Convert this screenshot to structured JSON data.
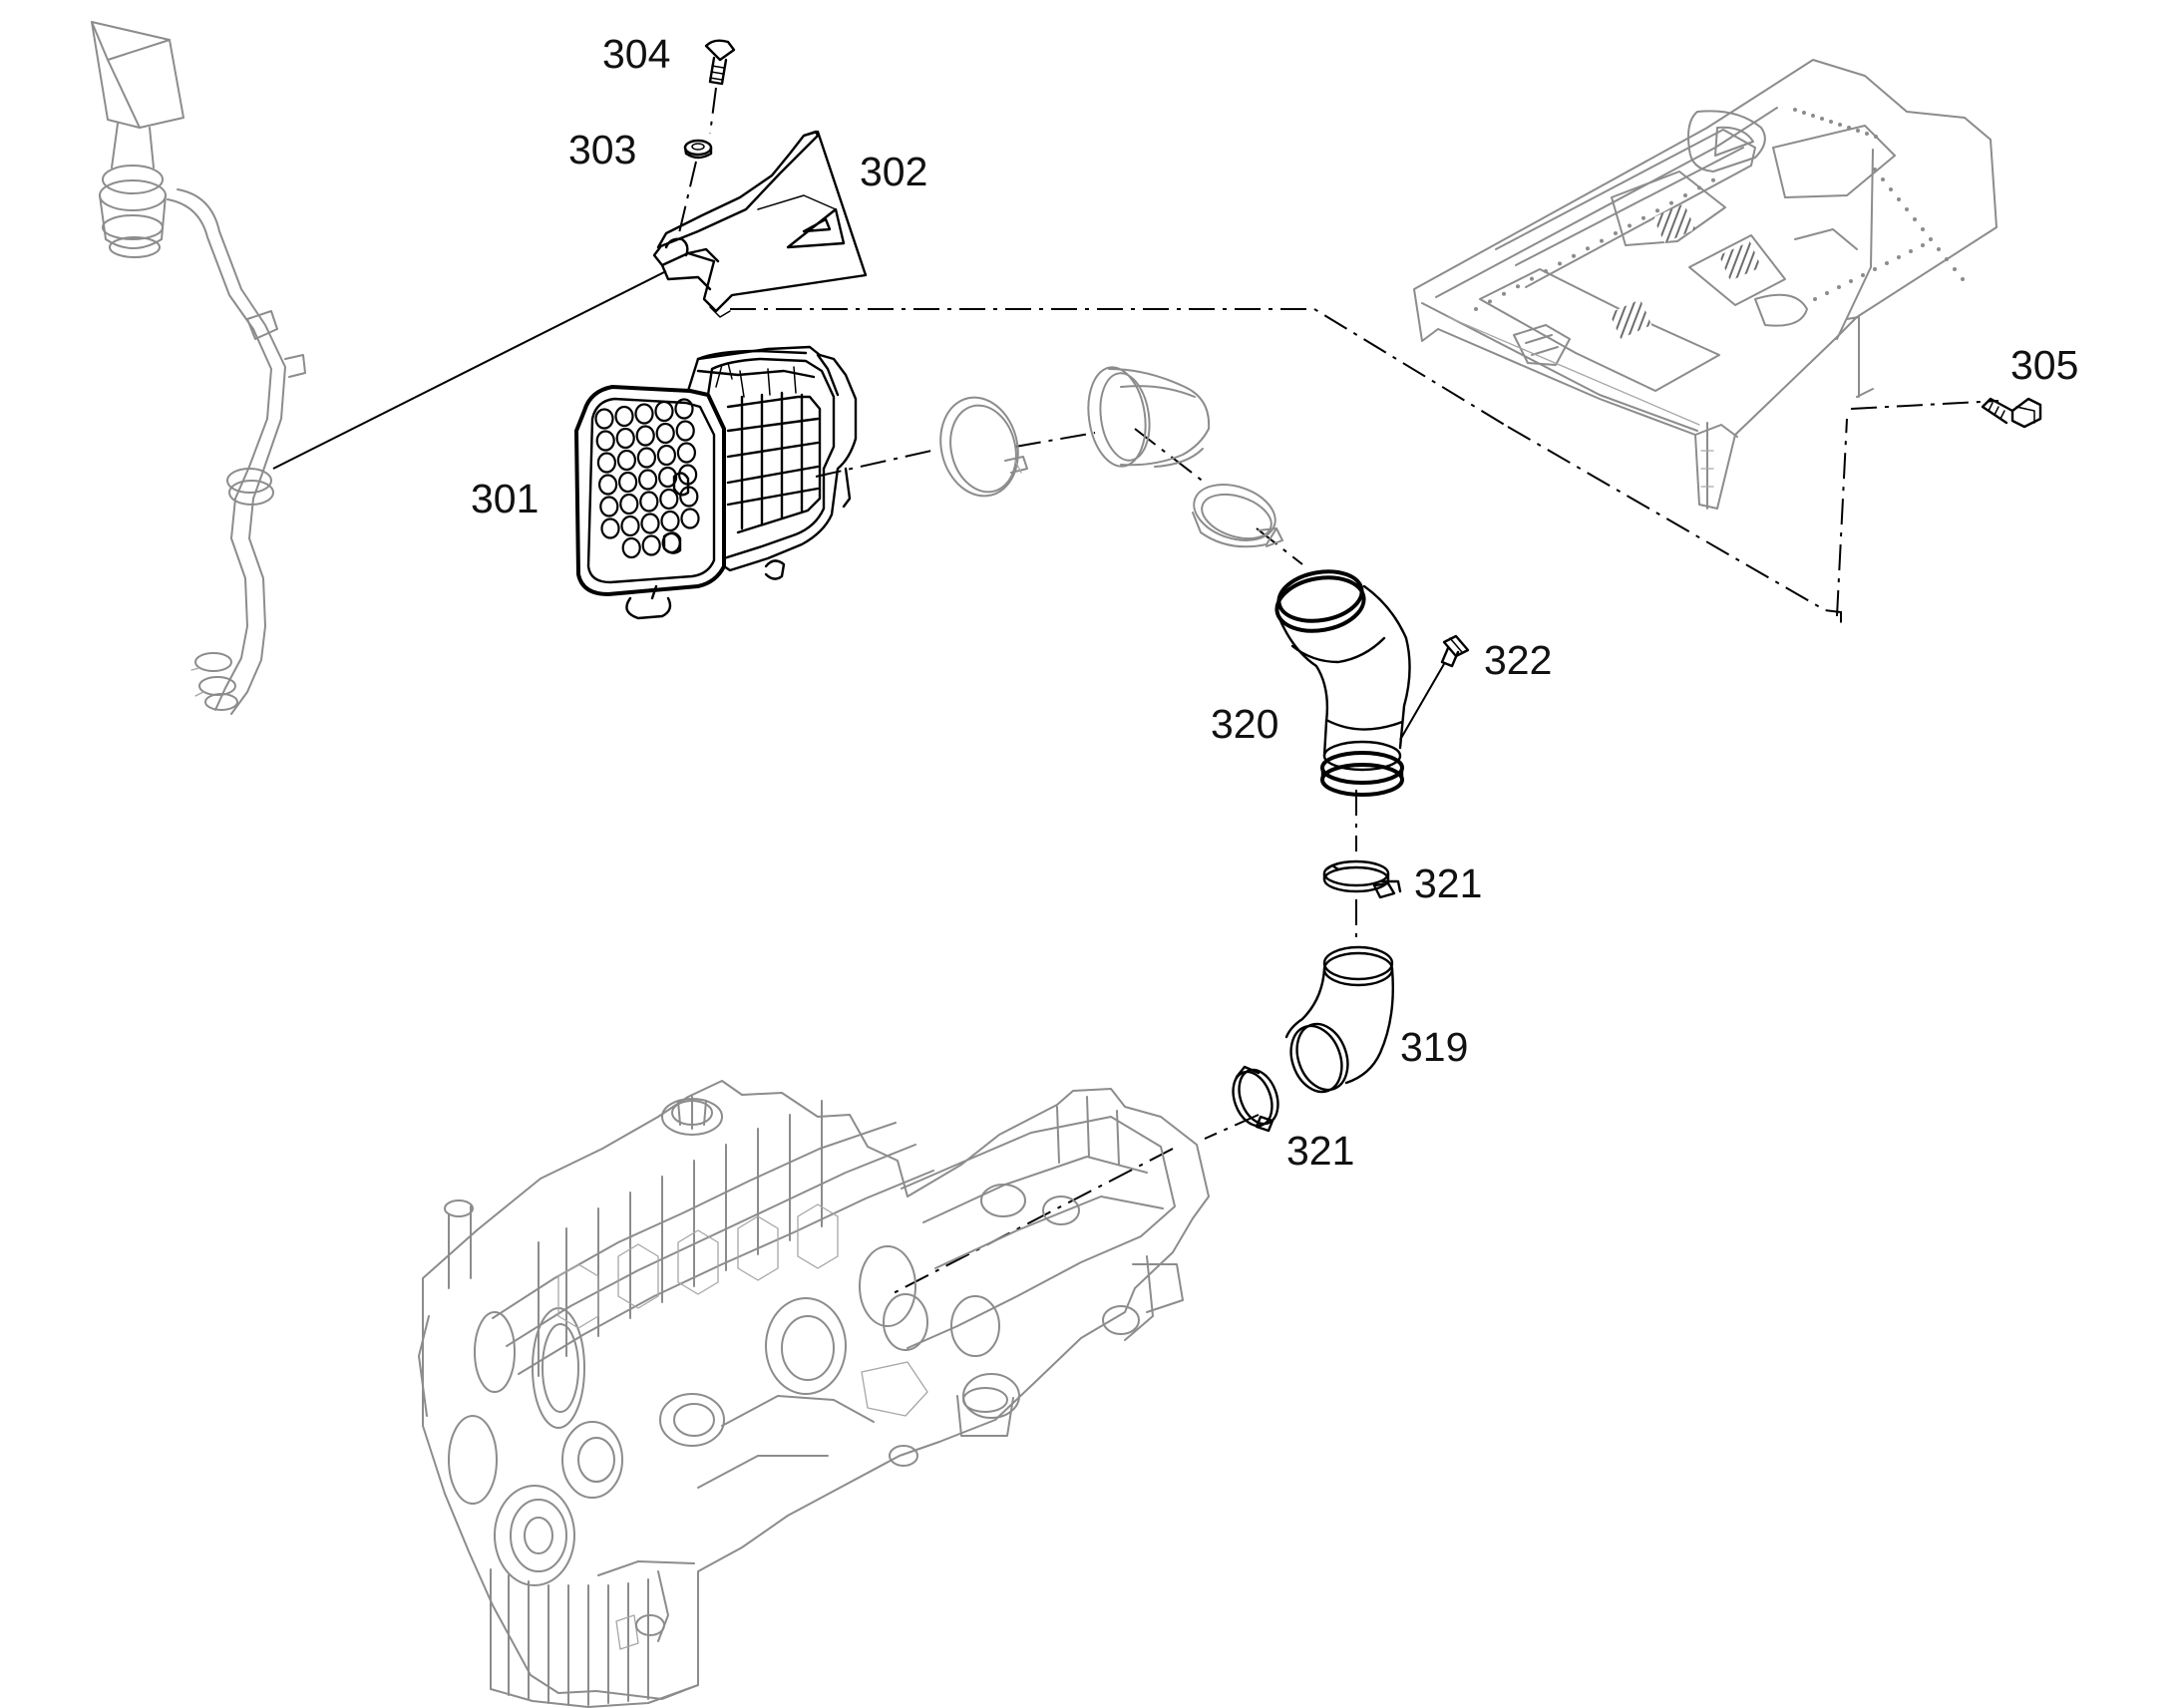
{
  "diagram": {
    "labels": {
      "p301": "301",
      "p302": "302",
      "p303": "303",
      "p304": "304",
      "p305": "305",
      "p319": "319",
      "p320": "320",
      "p321_upper": "321",
      "p321_lower": "321",
      "p322": "322"
    },
    "colors": {
      "line": "#000000",
      "ghost_line": "#8c8c8c",
      "hatch": "#777777",
      "background": "#ffffff"
    }
  }
}
